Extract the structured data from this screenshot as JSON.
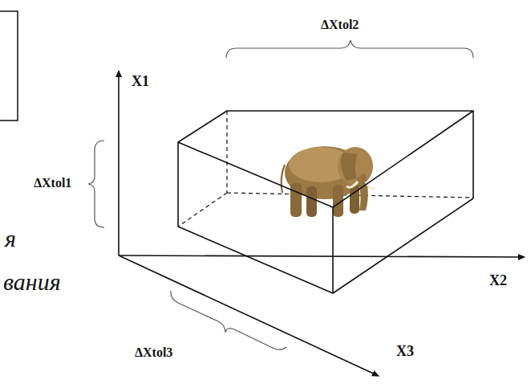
{
  "diagram": {
    "labels": [
      "ΔXtol2",
      "X1",
      "ΔXtol1",
      "я",
      "X2",
      "вания",
      "ΔXtol3",
      "X3"
    ]
  }
}
